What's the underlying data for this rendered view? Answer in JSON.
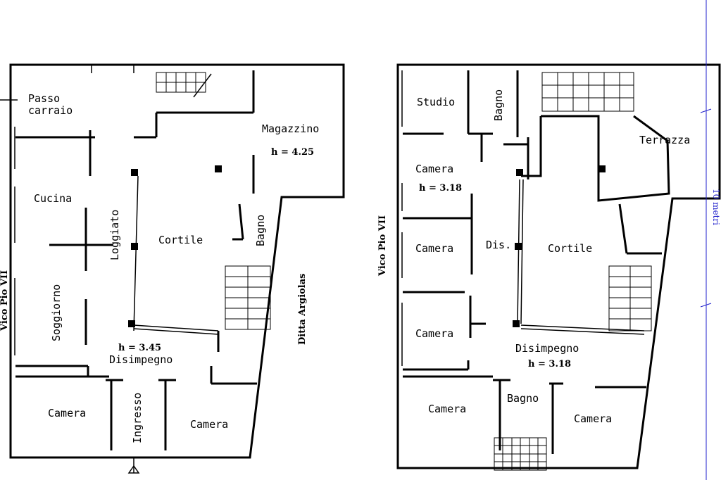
{
  "plan_left": {
    "labels": {
      "passo": "Passo",
      "carraio": "carraio",
      "magazzino": "Magazzino",
      "h_magazzino": "h = 4.25",
      "cucina": "Cucina",
      "loggiato": "Loggiato",
      "cortile": "Cortile",
      "bagno": "Bagno",
      "soggiorno": "Soggiorno",
      "h_disimpegno": "h = 3.45",
      "disimpegno": "Disimpegno",
      "camera_left": "Camera",
      "camera_right": "Camera",
      "ingresso": "Ingresso",
      "street_left": "Vico Pio VII",
      "street_right": "Ditta Argiolas"
    }
  },
  "plan_right": {
    "labels": {
      "studio": "Studio",
      "bagno_top": "Bagno",
      "terrazza": "Terrazza",
      "camera_1": "Camera",
      "h_camera": "h = 3.18",
      "camera_2": "Camera",
      "dis": "Dis.",
      "cortile": "Cortile",
      "camera_3": "Camera",
      "disimpegno": "Disimpegno",
      "h_disimpegno": "h = 3.18",
      "camera_4": "Camera",
      "bagno_bottom": "Bagno",
      "camera_5": "Camera",
      "street_left": "Vico Pio VII"
    }
  },
  "scale": {
    "label": "10 metri"
  },
  "colors": {
    "ink": "#000000",
    "scale": "#2222cc"
  }
}
